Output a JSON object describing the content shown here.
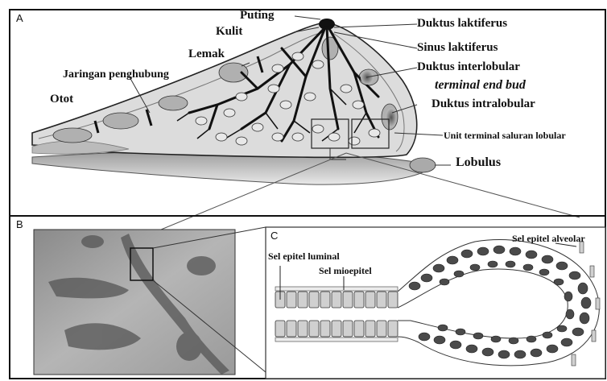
{
  "figure": {
    "panels": {
      "a": "A",
      "b": "B",
      "c": "C"
    },
    "colors": {
      "background": "#ffffff",
      "outline": "#111111",
      "tissue": "#d9d9d9",
      "duct": "#1a1a1a",
      "fat": "#b8b8b8",
      "muscle": "#c8c8c8",
      "cell_dark": "#4a4a4a",
      "cell_light": "#cfcfcf"
    }
  },
  "panel_a": {
    "labels": {
      "puting": "Puting",
      "kulit": "Kulit",
      "lemak": "Lemak",
      "jaringan": "Jaringan penghubung",
      "otot": "Otot",
      "duktus_laktiferus": "Duktus laktiferus",
      "sinus": "Sinus laktiferus",
      "interlobular": "Duktus interlobular",
      "terminal_end_bud": "terminal end bud",
      "intralobular": "Duktus intralobular",
      "unit_terminal": "Unit terminal saluran lobular",
      "lobulus": "Lobulus"
    }
  },
  "panel_c": {
    "labels": {
      "sel_epitel_luminal": "Sel epitel luminal",
      "sel_mioepitel": "Sel mioepitel",
      "sel_epitel_alveolar": "Sel epitel alveolar"
    }
  }
}
